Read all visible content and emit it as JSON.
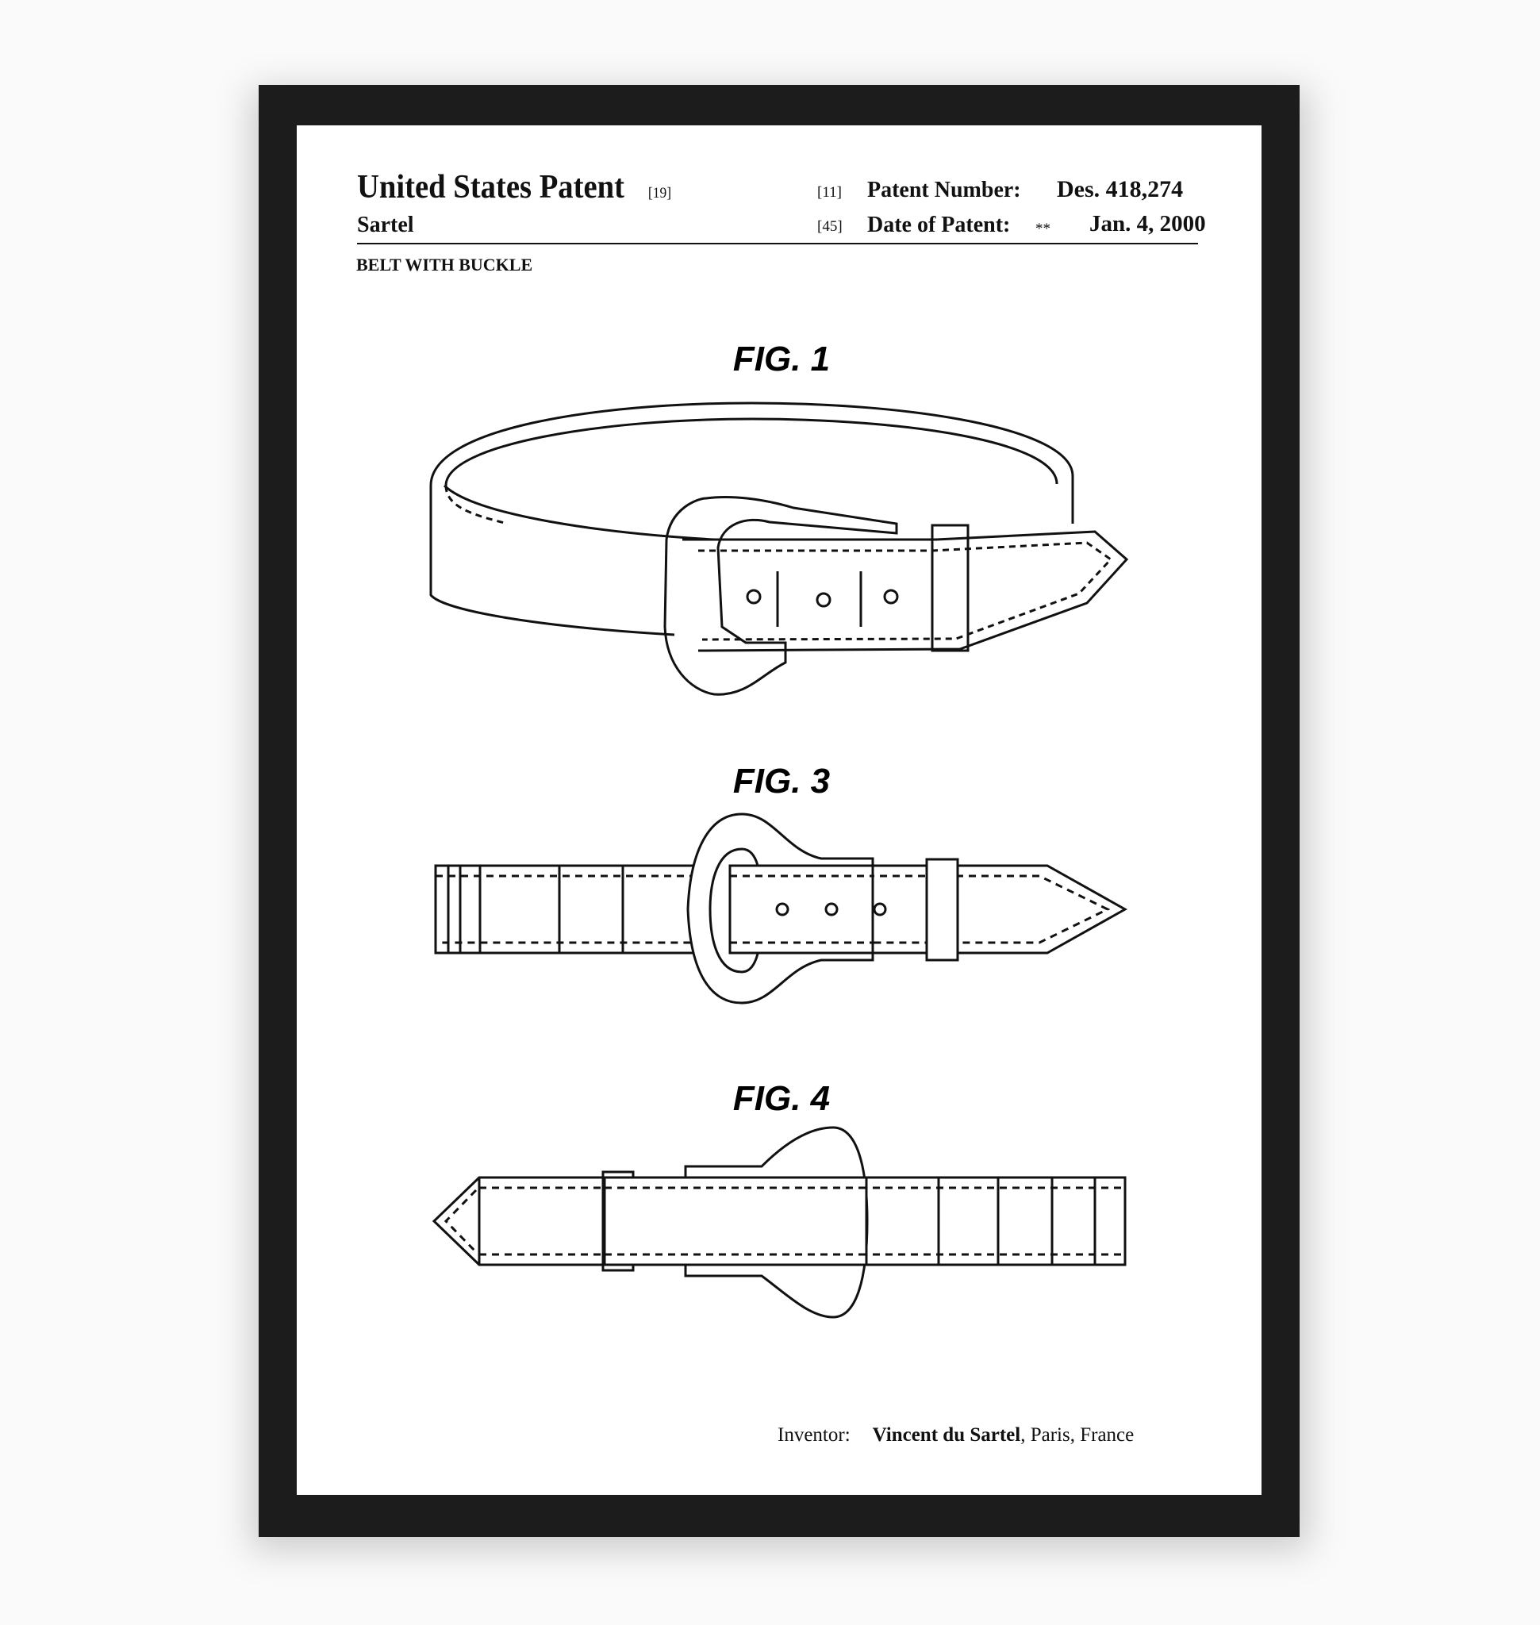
{
  "header": {
    "title": "United States Patent",
    "title_code": "[19]",
    "assignee": "Sartel",
    "patent_number_code": "[11]",
    "patent_number_label": "Patent Number:",
    "patent_number": "Des. 418,274",
    "date_code": "[45]",
    "date_label": "Date of Patent:",
    "date_marker": "**",
    "date": "Jan. 4, 2000",
    "invention_title": "BELT WITH BUCKLE"
  },
  "figures": [
    "FIG. 1",
    "FIG. 3",
    "FIG. 4"
  ],
  "footer": {
    "inventor_label": "Inventor:",
    "inventor_name": "Vincent du Sartel",
    "inventor_location": ", Paris, France"
  }
}
